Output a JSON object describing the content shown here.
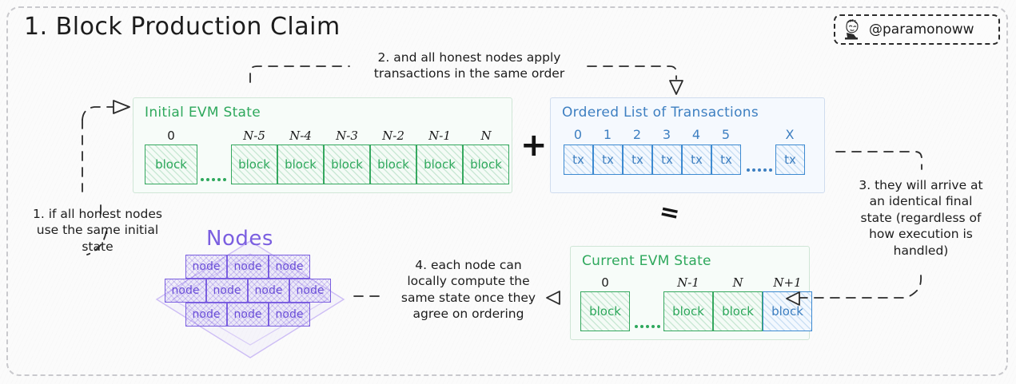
{
  "title": "1. Block Production Claim",
  "watermark": {
    "handle": "@paramonoww",
    "avatar_icon": "avatar-sketch-icon"
  },
  "colors": {
    "green": "#2ea85c",
    "blue": "#3d7fc1",
    "purple": "#7b5fe0",
    "ink": "#1c1c1c",
    "frame": "#c9c9cd"
  },
  "operators": {
    "plus": "+",
    "equals": "="
  },
  "panels": {
    "initial_state": {
      "title": "Initial EVM State",
      "cell_label": "block",
      "leading": [
        {
          "index": "0",
          "label": "block"
        }
      ],
      "ellipsis": ".....",
      "trailing": [
        {
          "index": "N-5",
          "label": "block"
        },
        {
          "index": "N-4",
          "label": "block"
        },
        {
          "index": "N-3",
          "label": "block"
        },
        {
          "index": "N-2",
          "label": "block"
        },
        {
          "index": "N-1",
          "label": "block"
        },
        {
          "index": "N",
          "label": "block"
        }
      ]
    },
    "transactions": {
      "title": "Ordered List of Transactions",
      "leading": [
        {
          "index": "0",
          "label": "tx"
        },
        {
          "index": "1",
          "label": "tx"
        },
        {
          "index": "2",
          "label": "tx"
        },
        {
          "index": "3",
          "label": "tx"
        },
        {
          "index": "4",
          "label": "tx"
        },
        {
          "index": "5",
          "label": "tx"
        }
      ],
      "ellipsis": ".....",
      "trailing": [
        {
          "index": "X",
          "label": "tx"
        }
      ]
    },
    "current_state": {
      "title": "Current EVM State",
      "leading": [
        {
          "index": "0",
          "label": "block"
        }
      ],
      "ellipsis": ".....",
      "trailing": [
        {
          "index": "N-1",
          "label": "block",
          "color": "green"
        },
        {
          "index": "N",
          "label": "block",
          "color": "green"
        },
        {
          "index": "N+1",
          "label": "block",
          "color": "blue"
        }
      ]
    }
  },
  "nodes": {
    "title": "Nodes",
    "row1": [
      "node",
      "node",
      "node"
    ],
    "row2": [
      "node",
      "node",
      "node",
      "node"
    ],
    "row3": [
      "node",
      "node",
      "node"
    ]
  },
  "captions": {
    "c1": "1. if all honest nodes\nuse the same initial\nstate",
    "c2": "2. and all honest nodes apply\ntransactions in the same order",
    "c3": "3. they will arrive at\nan identical final\nstate (regardless of\nhow execution is\nhandled)",
    "c4": "4. each node can\nlocally compute the\nsame state once they\nagree on ordering"
  }
}
